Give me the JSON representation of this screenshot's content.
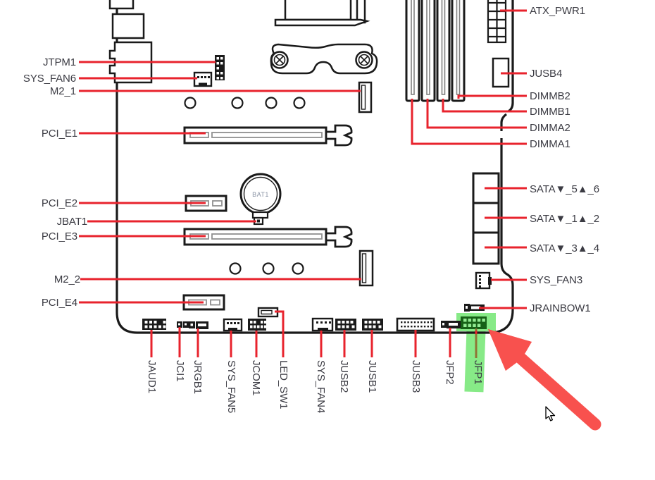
{
  "diagram_type": "motherboard-connector-map",
  "battery": {
    "label": "BAT1"
  },
  "labels": {
    "left": [
      "JTPM1",
      "SYS_FAN6",
      "M2_1",
      "PCI_E1",
      "PCI_E2",
      "JBAT1",
      "PCI_E3",
      "M2_2",
      "PCI_E4"
    ],
    "right": [
      "ATX_PWR1",
      "JUSB4",
      "DIMMB2",
      "DIMMB1",
      "DIMMA2",
      "DIMMA1",
      "SATA▼_5▲_6",
      "SATA▼_1▲_2",
      "SATA▼_3▲_4",
      "SYS_FAN3",
      "JRAINBOW1"
    ],
    "bottom": [
      "JAUD1",
      "JCI1",
      "JRGB1",
      "SYS_FAN5",
      "JCOM1",
      "LED_SW1",
      "SYS_FAN4",
      "JUSB2",
      "JUSB1",
      "JUSB3",
      "JFP2",
      "JFP1"
    ]
  },
  "highlight": {
    "target": "JFP1"
  },
  "colors": {
    "leader_red": "#e8232d",
    "arrow_red": "#f8514e",
    "highlight_green": "#87ea87",
    "outline_black": "#1a1a1a",
    "label_text": "#3b3b43",
    "leader_over_green": "#8f7536",
    "battery_text": "#8a93a4"
  }
}
